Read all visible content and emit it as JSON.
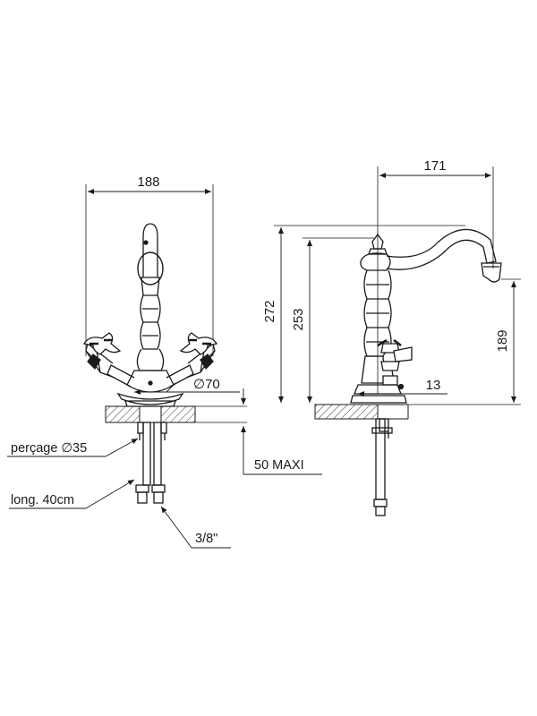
{
  "front_view": {
    "width_dim": "188",
    "base_diameter_dim": "∅70",
    "hole_label": "perçage ∅35",
    "depth_dim": "50 MAXI",
    "hose_length_label": "long. 40cm",
    "thread_label": "3/8\""
  },
  "side_view": {
    "reach_dim": "171",
    "total_height_dim": "272",
    "spout_top_height_dim": "253",
    "spout_outlet_height_dim": "189",
    "offset_dim": "13"
  },
  "colors": {
    "line": "#1a1a1a",
    "background": "#ffffff"
  }
}
